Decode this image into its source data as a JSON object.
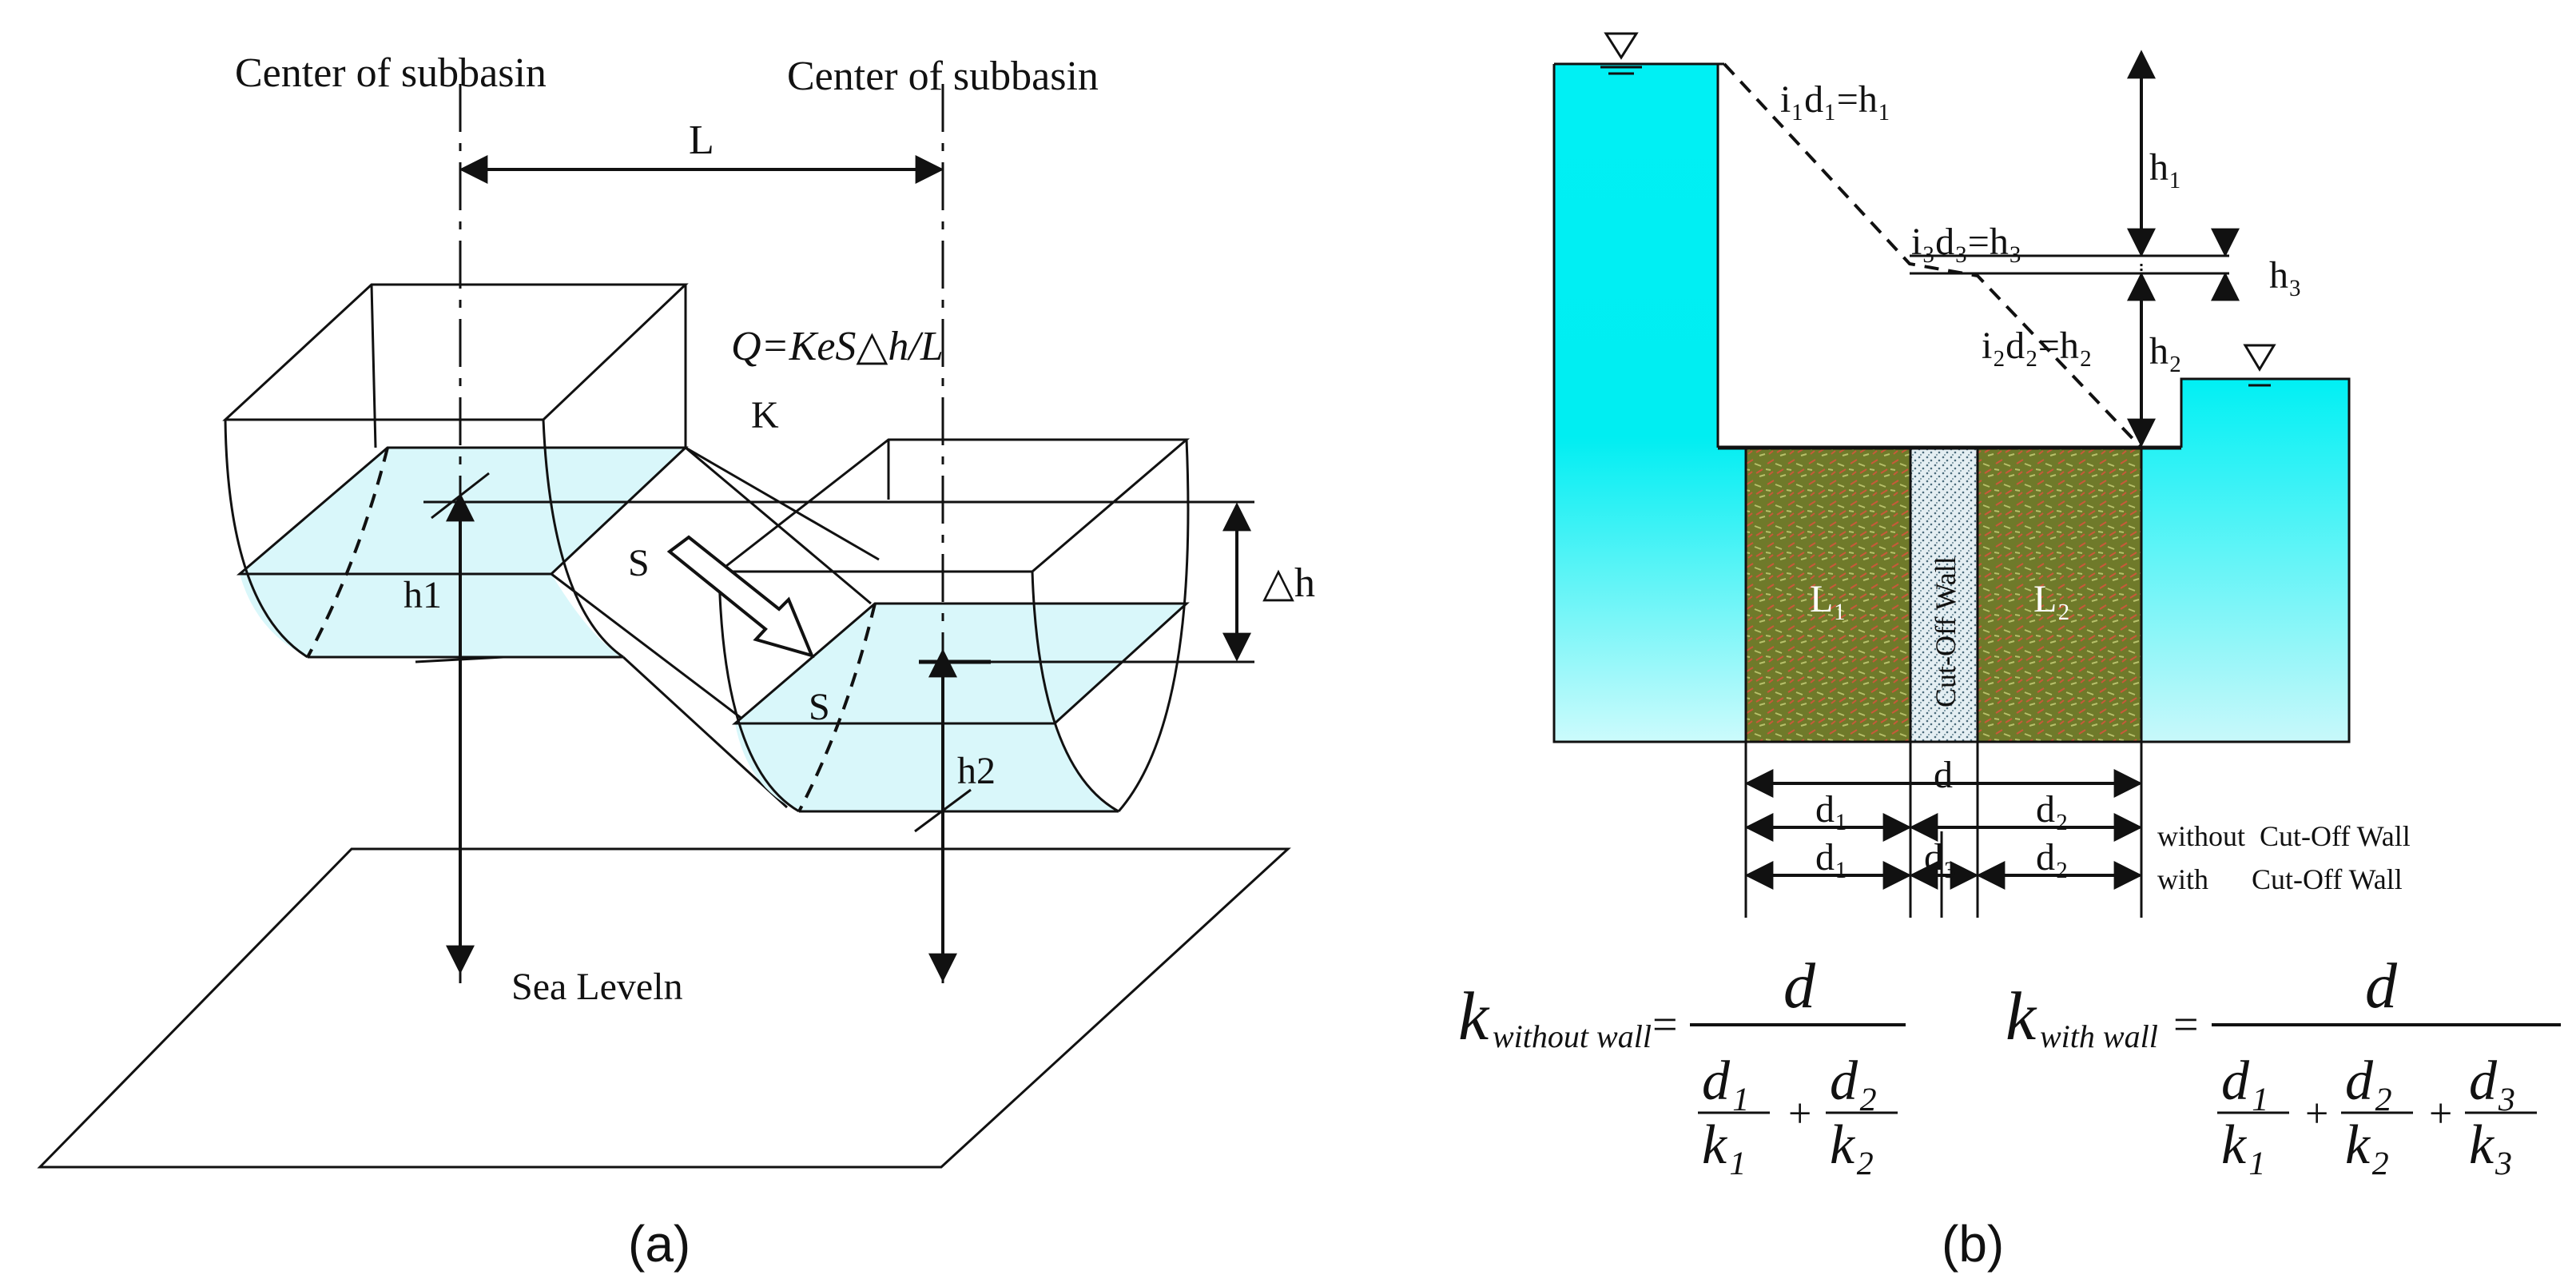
{
  "panel_a": {
    "caption": "(a)",
    "center_left": "Center of subbasin",
    "center_right": "Center of subbasin",
    "distance": "L",
    "equation": "Q=KeS△h/L",
    "k_label": "K",
    "s_upper": "S",
    "s_lower": "S",
    "h1": "h1",
    "h2": "h2",
    "delta_h": "△h",
    "sea_level": "Sea Leveln"
  },
  "panel_b": {
    "caption": "(b)",
    "slope1": "i₁d₁=h₁",
    "slope3": "i₃d₃=h₃",
    "slope2": "i₂d₂=h₂",
    "h1": "h₁",
    "h3": "h₃",
    "h2": "h₂",
    "L1": "L₁",
    "L2": "L₂",
    "wall": "Cut-Off Wall",
    "d": "d",
    "d1_a": "d₁",
    "d2_a": "d₂",
    "d1_b": "d₁",
    "d3": "d₃",
    "d2_b": "d₂",
    "without_label": "without  Cut-Off Wall",
    "with_label": "with      Cut-Off Wall",
    "formula1": {
      "k": "k",
      "sub": "without wall",
      "eq": "=",
      "num": "d",
      "t1n": "d₁",
      "t1d": "k₁",
      "plus": "+",
      "t2n": "d₂",
      "t2d": "k₂"
    },
    "formula2": {
      "k": "k",
      "sub": "with wall",
      "eq": "=",
      "num": "d",
      "t1n": "d₁",
      "t1d": "k₁",
      "plus1": "+",
      "t2n": "d₂",
      "t2d": "k₂",
      "plus2": "+",
      "t3n": "d₃",
      "t3d": "k₃"
    }
  },
  "colors": {
    "water": "#00f0f4",
    "water_light": "#c8f8fa",
    "soil": "#6f7a2a",
    "wall": "#d8e8ee"
  }
}
